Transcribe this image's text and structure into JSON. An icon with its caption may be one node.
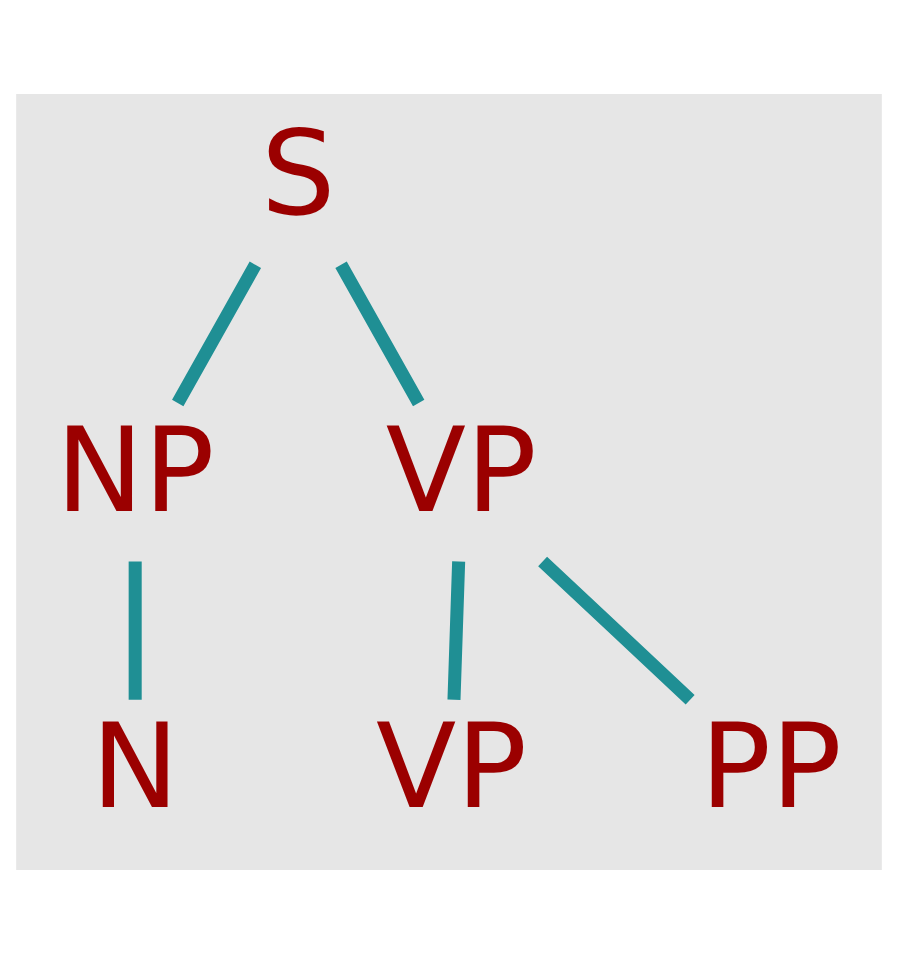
{
  "diagram": {
    "nodes": [
      {
        "text": [
          "S"
        ]
      },
      {
        "text": [
          "NP"
        ]
      },
      {
        "text": [
          "VP"
        ]
      },
      {
        "text": [
          "N"
        ]
      },
      {
        "text": [
          "VP"
        ]
      },
      {
        "text": [
          "PP"
        ]
      }
    ],
    "edges": [
      {
        "from": 0,
        "to": 1,
        "arrow": "none"
      },
      {
        "from": 0,
        "to": 2,
        "arrow": "none"
      },
      {
        "from": 1,
        "to": 3,
        "arrow": "none"
      },
      {
        "from": 2,
        "to": 4,
        "arrow": "none"
      },
      {
        "from": 2,
        "to": 5,
        "arrow": "none"
      }
    ]
  }
}
